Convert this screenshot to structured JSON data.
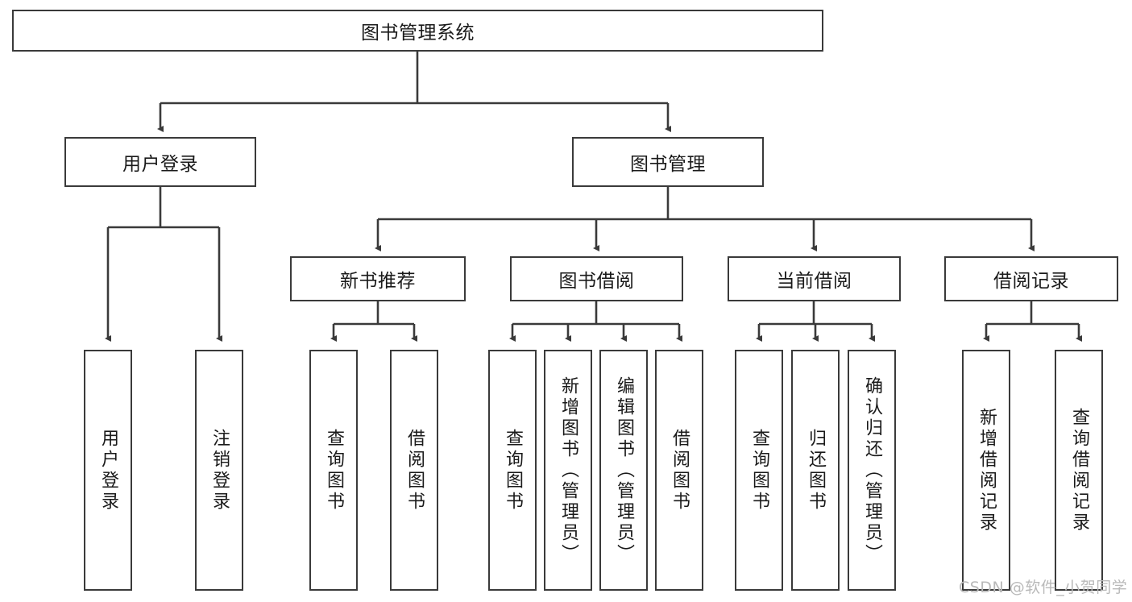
{
  "diagram": {
    "type": "tree-hierarchy",
    "title": "图书管理系统",
    "orientation": "top-down",
    "root": {
      "id": "root",
      "label": "图书管理系统",
      "text_orientation": "horizontal"
    },
    "level2": [
      {
        "id": "user-login",
        "label": "用户登录",
        "text_orientation": "horizontal"
      },
      {
        "id": "book-manage",
        "label": "图书管理",
        "text_orientation": "horizontal"
      }
    ],
    "level3": [
      {
        "id": "new-book-recommend",
        "label": "新书推荐",
        "parent": "book-manage",
        "text_orientation": "horizontal"
      },
      {
        "id": "book-borrow",
        "label": "图书借阅",
        "parent": "book-manage",
        "text_orientation": "horizontal"
      },
      {
        "id": "current-borrow",
        "label": "当前借阅",
        "parent": "book-manage",
        "text_orientation": "horizontal"
      },
      {
        "id": "borrow-record",
        "label": "借阅记录",
        "parent": "book-manage",
        "text_orientation": "horizontal"
      }
    ],
    "leaves": [
      {
        "id": "leaf-user-login",
        "label": "用户登录",
        "parent": "user-login",
        "text_orientation": "vertical"
      },
      {
        "id": "leaf-user-logout",
        "label": "注销登录",
        "parent": "user-login",
        "text_orientation": "vertical"
      },
      {
        "id": "leaf-query-book-1",
        "label": "查询图书",
        "parent": "new-book-recommend",
        "text_orientation": "vertical"
      },
      {
        "id": "leaf-borrow-book-1",
        "label": "借阅图书",
        "parent": "new-book-recommend",
        "text_orientation": "vertical"
      },
      {
        "id": "leaf-query-book-2",
        "label": "查询图书",
        "parent": "book-borrow",
        "text_orientation": "vertical"
      },
      {
        "id": "leaf-add-book",
        "label": "新增图书（管理员）",
        "parent": "book-borrow",
        "text_orientation": "vertical"
      },
      {
        "id": "leaf-edit-book",
        "label": "编辑图书（管理员）",
        "parent": "book-borrow",
        "text_orientation": "vertical"
      },
      {
        "id": "leaf-borrow-book-2",
        "label": "借阅图书",
        "parent": "book-borrow",
        "text_orientation": "vertical"
      },
      {
        "id": "leaf-query-book-3",
        "label": "查询图书",
        "parent": "current-borrow",
        "text_orientation": "vertical"
      },
      {
        "id": "leaf-return-book",
        "label": "归还图书",
        "parent": "current-borrow",
        "text_orientation": "vertical"
      },
      {
        "id": "leaf-confirm-return",
        "label": "确认归还（管理员）",
        "parent": "current-borrow",
        "text_orientation": "vertical"
      },
      {
        "id": "leaf-add-record",
        "label": "新增借阅记录",
        "parent": "borrow-record",
        "text_orientation": "vertical"
      },
      {
        "id": "leaf-query-record",
        "label": "查询借阅记录",
        "parent": "borrow-record",
        "text_orientation": "vertical"
      }
    ],
    "colors": {
      "border": "#3a3a3a",
      "edge": "#3a3a3a",
      "background": "#ffffff",
      "text": "#1a1a1a",
      "watermark": "#b9b9b9"
    }
  },
  "watermark": {
    "text": "CSDN @软件_小贺同学"
  }
}
